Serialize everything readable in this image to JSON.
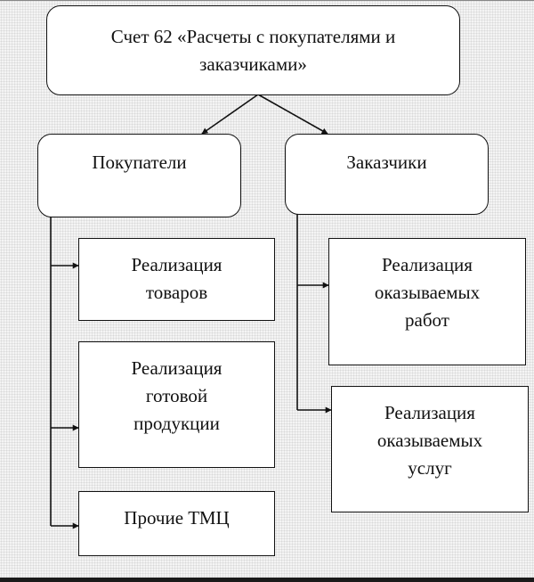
{
  "root": {
    "line1": "Счет 62 «Расчеты с покупателями и",
    "line2": "заказчиками»"
  },
  "buyers": {
    "label": "Покупатели"
  },
  "customers": {
    "label": "Заказчики"
  },
  "goods": {
    "line1": "Реализация",
    "line2": "товаров"
  },
  "products": {
    "line1": "Реализация",
    "line2": "готовой",
    "line3": "продукции"
  },
  "other": {
    "label": "Прочие ТМЦ"
  },
  "works": {
    "line1": "Реализация",
    "line2": "оказываемых",
    "line3": "работ"
  },
  "services": {
    "line1": "Реализация",
    "line2": "оказываемых",
    "line3": "услуг"
  }
}
